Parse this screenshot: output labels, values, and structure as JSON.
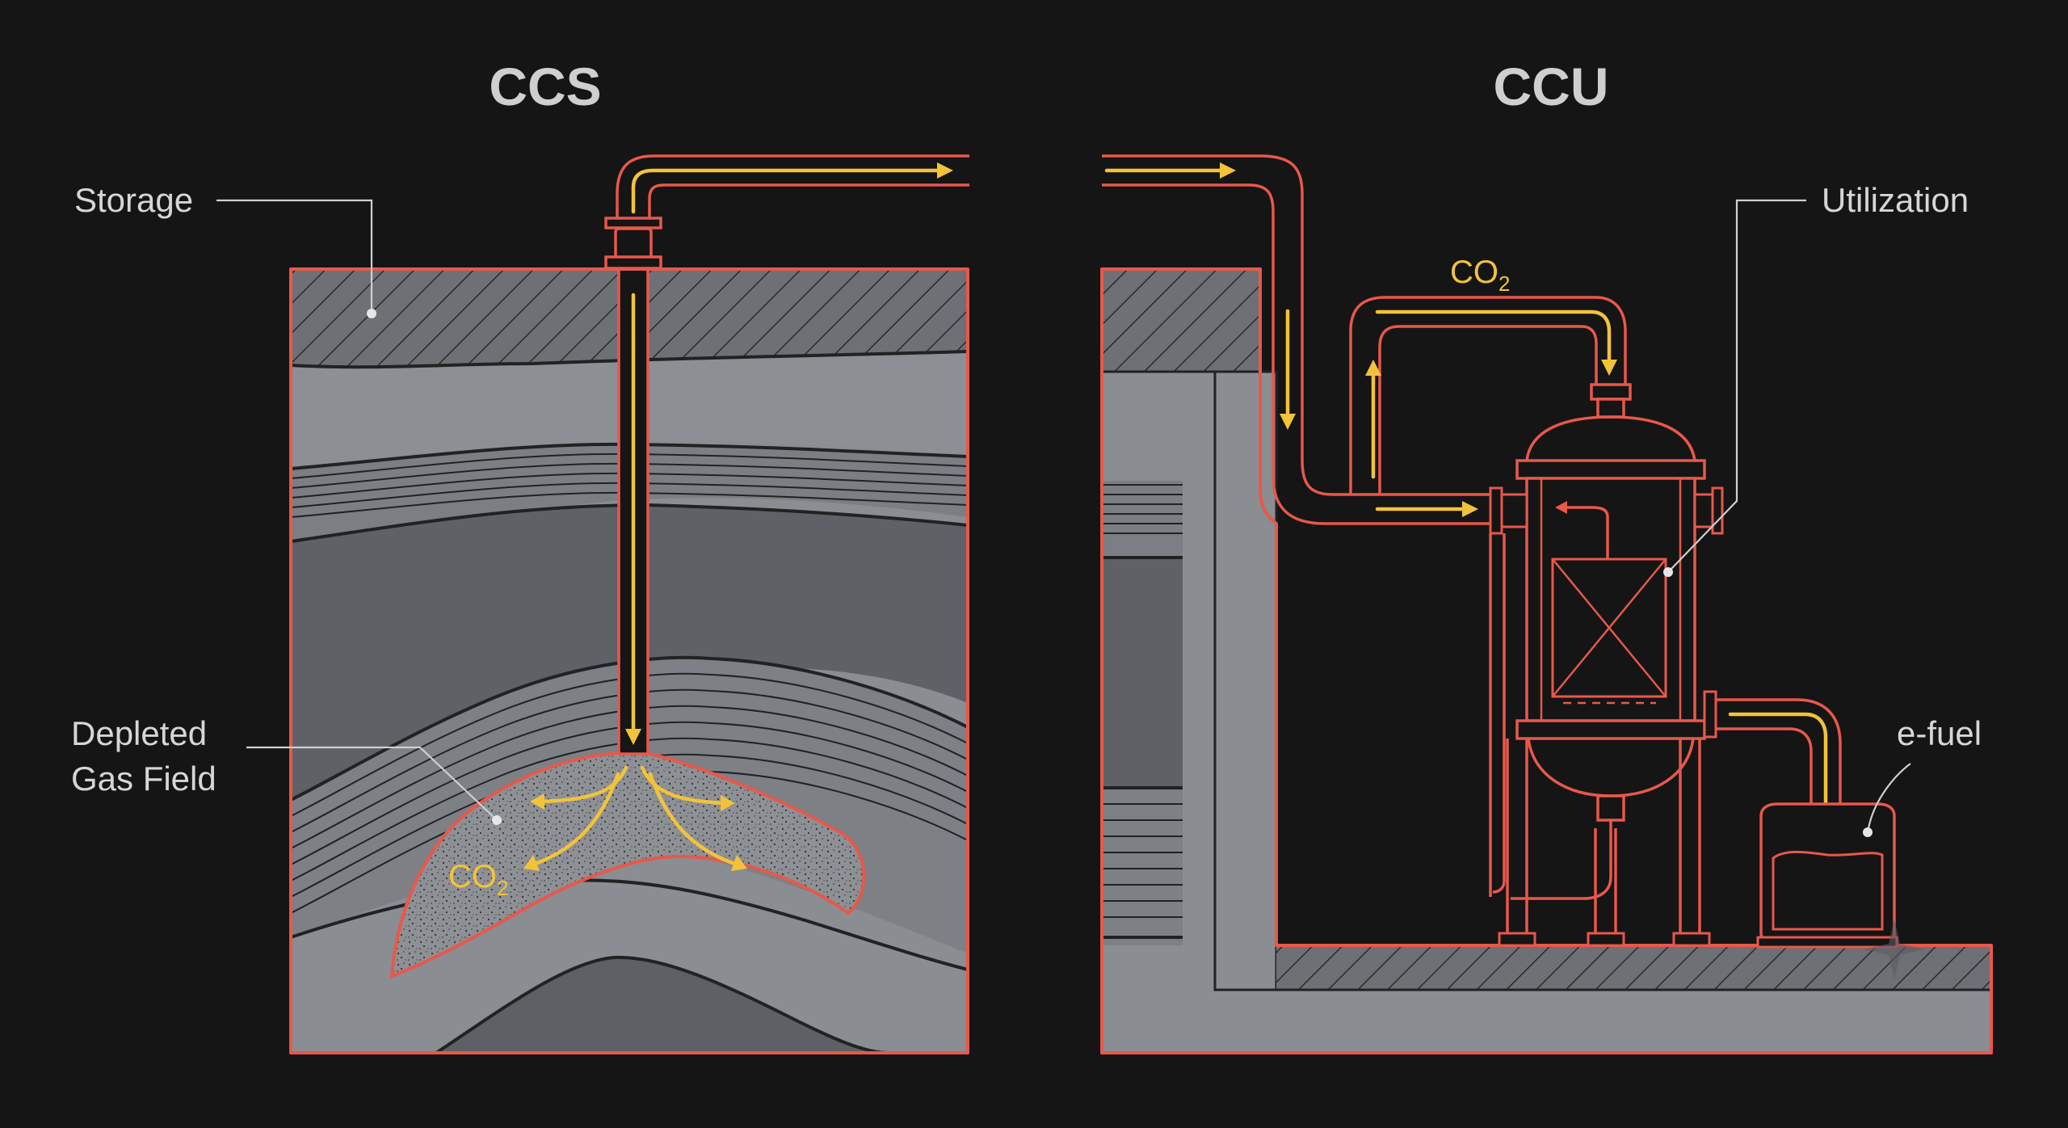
{
  "ccs": {
    "title": "CCS",
    "labels": {
      "storage": "Storage",
      "depleted_line1": "Depleted",
      "depleted_line2": "Gas Field"
    },
    "co2_label": "CO",
    "co2_sub": "2"
  },
  "ccu": {
    "title": "CCU",
    "labels": {
      "utilization": "Utilization",
      "efuel": "e-fuel"
    },
    "co2_label": "CO",
    "co2_sub": "2"
  },
  "colors": {
    "background": "#151515",
    "outline": "#e8584b",
    "flow": "#f2c33a",
    "rock_light": "#8a8d92",
    "rock_dark": "#5e6065"
  }
}
